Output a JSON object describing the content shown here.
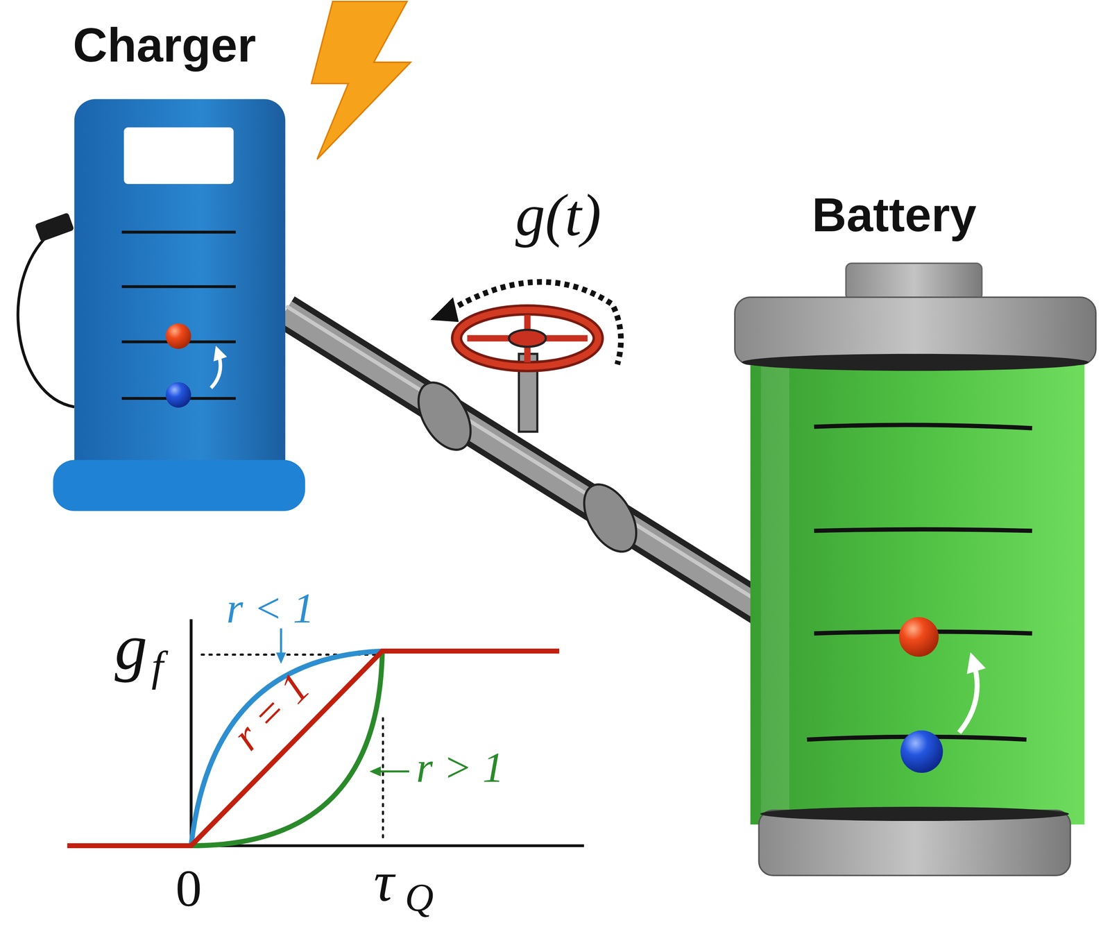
{
  "diagram": {
    "nodes": [
      {
        "text": [
          "Charger"
        ]
      },
      {
        "text": [
          "Battery"
        ]
      }
    ],
    "edges": [
      {
        "from": 0,
        "to": 1,
        "arrow": "none",
        "label": "g(t)"
      }
    ],
    "labels": [
      "g",
      "f",
      "r < 1",
      "r = 1",
      "r > 1",
      "0",
      "τ",
      "Q"
    ]
  }
}
